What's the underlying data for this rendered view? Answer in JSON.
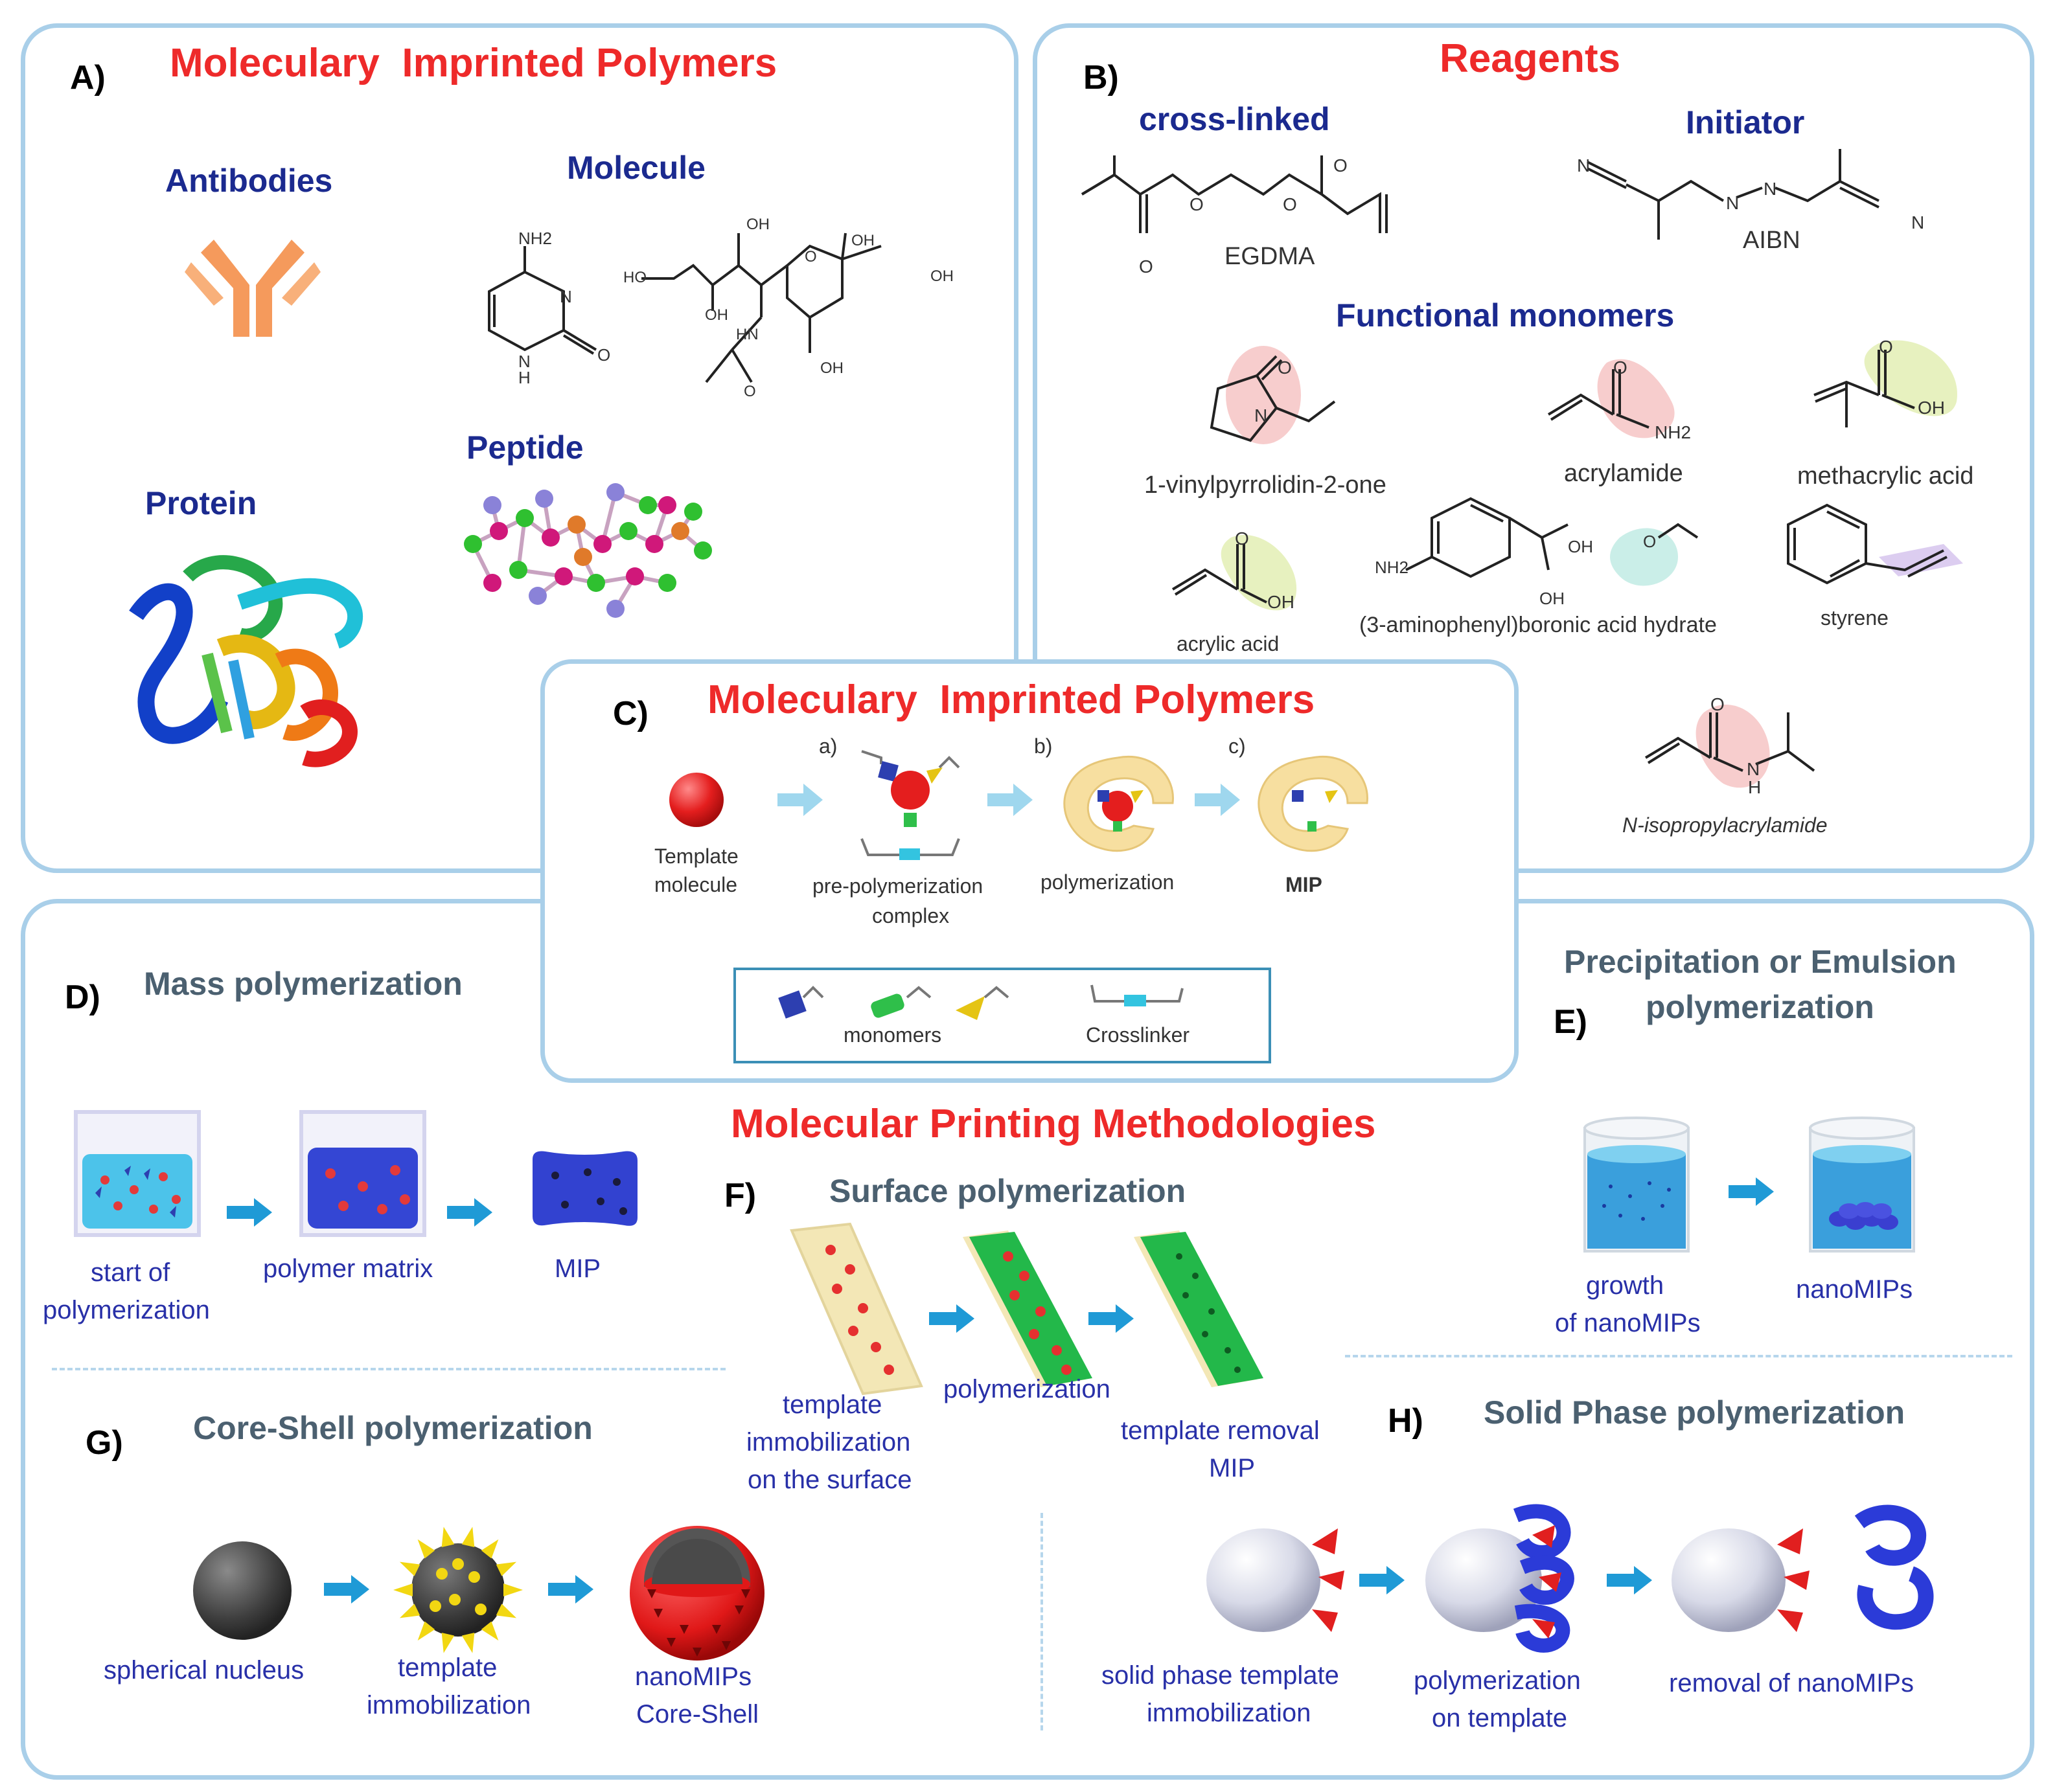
{
  "panel_a": {
    "letter": "A)",
    "title": "Moleculary  Imprinted Polymers",
    "antibodies": "Antibodies",
    "molecule": "Molecule",
    "protein": "Protein",
    "peptide": "Peptide",
    "chem_nh2": "NH2",
    "chem_n": "N",
    "chem_h": "H",
    "chem_o": "O",
    "chem_oh": "OH",
    "chem_ho": "HO",
    "chem_hn": "HN"
  },
  "panel_b": {
    "letter": "B)",
    "title": "Reagents",
    "crosslinked": "cross-linked",
    "initiator": "Initiator",
    "egdma": "EGDMA",
    "aibn": "AIBN",
    "functional_monomers": "Functional monomers",
    "m_vinylpyrrolidinone": "1-vinylpyrrolidin-2-one",
    "m_acrylamide": "acrylamide",
    "m_methacrylic": "methacrylic acid",
    "m_acrylic": "acrylic acid",
    "m_boronic": "(3-aminophenyl)boronic acid hydrate",
    "m_styrene": "styrene",
    "m_nipam": "N-isopropylacrylamide"
  },
  "panel_c": {
    "letter": "C)",
    "title": "Moleculary  Imprinted Polymers",
    "step_a": "a)",
    "step_b": "b)",
    "step_c": "c)",
    "template_line1": "Template",
    "template_line2": "molecule",
    "complex_line1": "pre-polymerization",
    "complex_line2": "complex",
    "polymerization": "polymerization",
    "mip": "MIP",
    "legend_monomers": "monomers",
    "legend_crosslinker": "Crosslinker"
  },
  "methods": {
    "title": "Molecular Printing Methodologies",
    "d": {
      "letter": "D)",
      "title": "Mass polymerization",
      "step1_line1": "start of",
      "step1_line2": "polymerization",
      "step2": "polymer matrix",
      "step3": "MIP"
    },
    "e": {
      "letter": "E)",
      "title_line1": "Precipitation or Emulsion",
      "title_line2": "polymerization",
      "step1_line1": "growth",
      "step1_line2": "of nanoMIPs",
      "step2": "nanoMIPs"
    },
    "f": {
      "letter": "F)",
      "title": "Surface polymerization",
      "step1_line1": "template",
      "step1_line2": "immobilization",
      "step1_line3": "on the surface",
      "step2": "polymerization",
      "step3_line1": "template removal",
      "step3_line2": "MIP"
    },
    "g": {
      "letter": "G)",
      "title": "Core-Shell polymerization",
      "step1": "spherical nucleus",
      "step2_line1": "template",
      "step2_line2": "immobilization",
      "step3_line1": "nanoMIPs",
      "step3_line2": "Core-Shell"
    },
    "h": {
      "letter": "H)",
      "title": "Solid Phase polymerization",
      "step1_line1": "solid phase template",
      "step1_line2": "immobilization",
      "step2_line1": "polymerization",
      "step2_line2": "on template",
      "step3": "removal of nanoMIPs"
    }
  },
  "colors": {
    "panel_border": "#a9cfe9",
    "title_red": "#ee2a2a",
    "navy": "#1b2a8f",
    "slate": "#4b6070",
    "label_blue": "#2830a8",
    "arrow_blue": "#1f9ad6",
    "arrow_light": "#9fd7ee"
  }
}
